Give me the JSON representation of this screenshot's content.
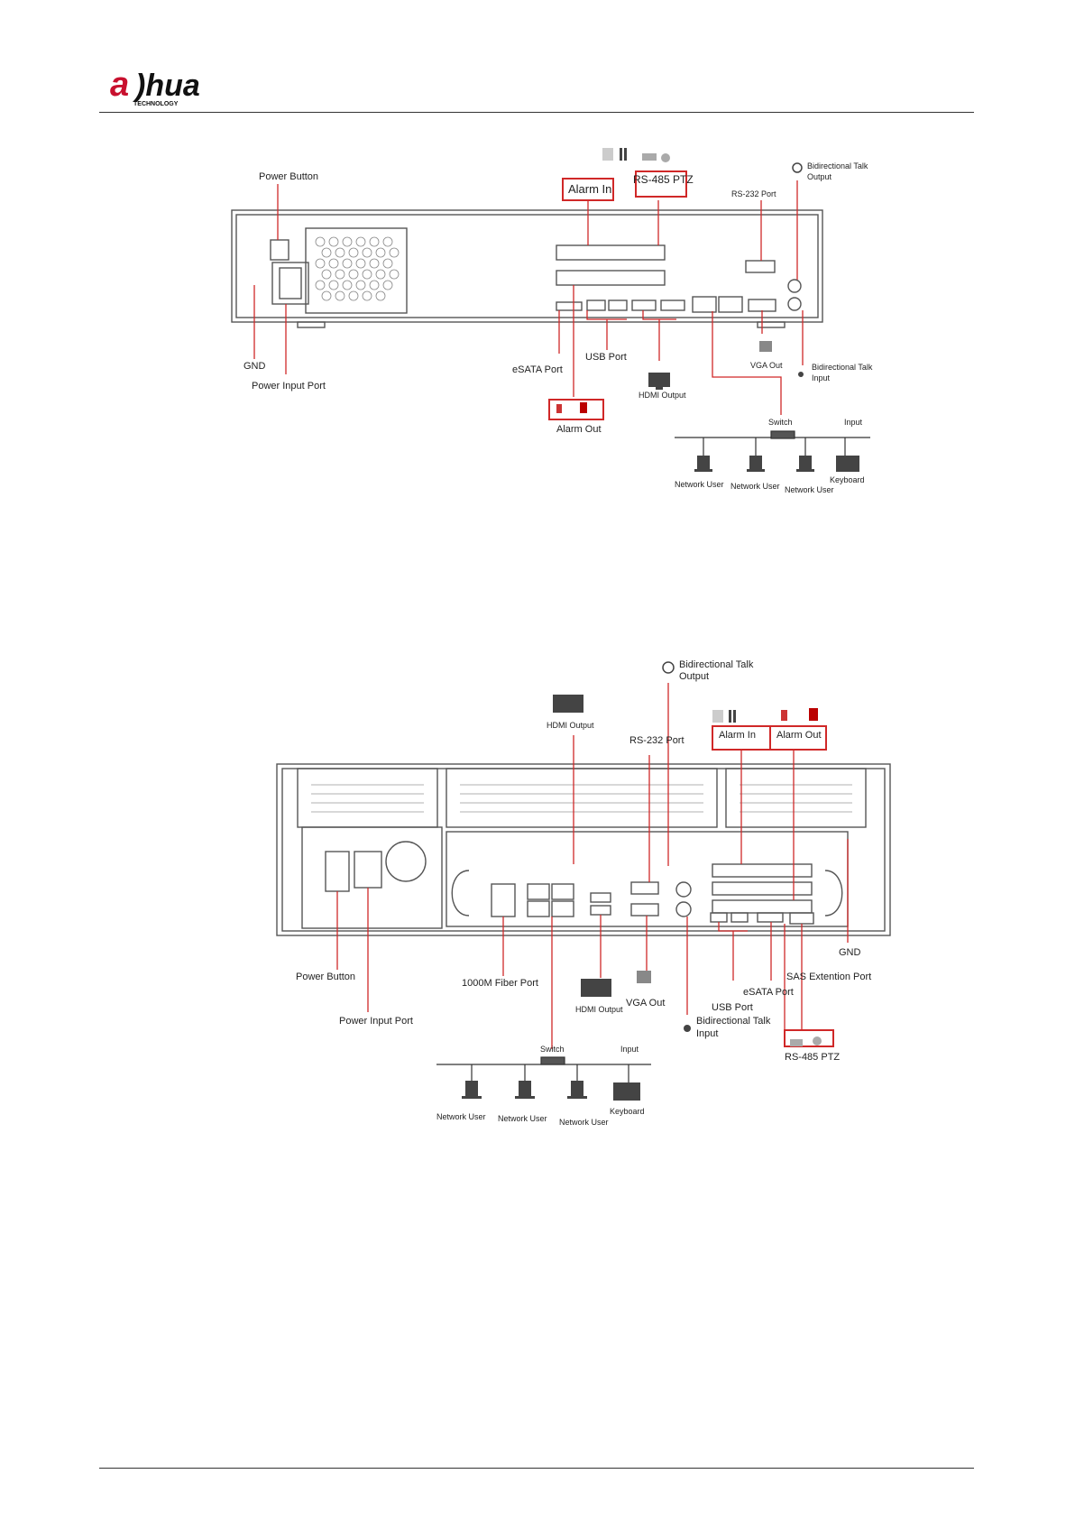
{
  "header": {
    "brand": "alhua",
    "brand_sub": "TECHNOLOGY"
  },
  "figure1": {
    "power_button": "Power Button",
    "gnd": "GND",
    "power_input_port": "Power Input Port",
    "alarm_in": "Alarm In",
    "rs485_ptz": "RS-485 PTZ",
    "bidirectional_talk_output": [
      "Bidirectional Talk",
      "Output"
    ],
    "rs232_port": "RS-232 Port",
    "esata_port": "eSATA Port",
    "usb_port": "USB Port",
    "vga_out": "VGA Out",
    "hdmi_output": "HDMI Output",
    "bidirectional_talk_input": [
      "Bidirectional Talk",
      "Input"
    ],
    "alarm_out": "Alarm Out",
    "switch": "Switch",
    "input": "Input",
    "network_user_1": "Network User",
    "network_user_2": "Network User",
    "network_user_3": "Network User",
    "keyboard": "Keyboard"
  },
  "figure2": {
    "bidirectional_talk_output": [
      "Bidirectional Talk",
      "Output"
    ],
    "hdmi_output_top": "HDMI Output",
    "rs232_port": "RS-232 Port",
    "alarm_in": "Alarm In",
    "alarm_out": "Alarm Out",
    "gnd": "GND",
    "power_button": "Power Button",
    "fiber_port": "1000M Fiber Port",
    "sas_port": "SAS Extention Port",
    "esata_port": "eSATA Port",
    "vga_out": "VGA Out",
    "usb_port": "USB Port",
    "hdmi_output_bottom": "HDMI Output",
    "power_input_port": "Power Input Port",
    "bidirectional_talk_input": [
      "Bidirectional Talk",
      "Input"
    ],
    "switch": "Switch",
    "input": "Input",
    "rs485_ptz": "RS-485 PTZ",
    "network_user_1": "Network User",
    "network_user_2": "Network User",
    "network_user_3": "Network User",
    "keyboard": "Keyboard"
  },
  "colors": {
    "accent": "#d02828",
    "line": "#333333",
    "device": "#555555"
  }
}
